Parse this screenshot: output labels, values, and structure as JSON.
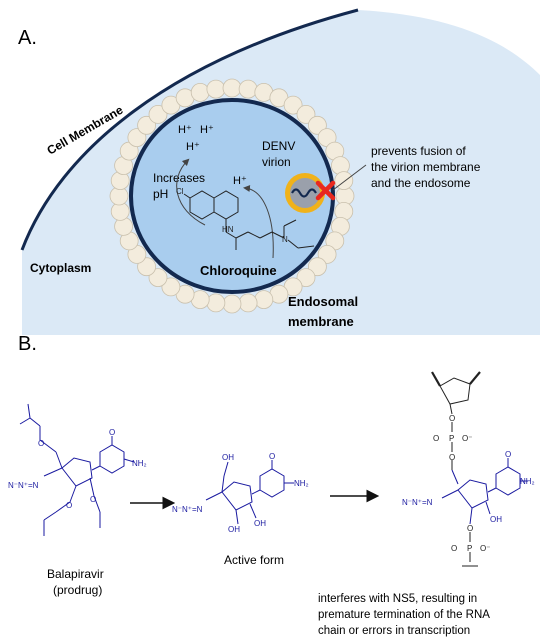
{
  "panel_a": {
    "letter": "A.",
    "cell_membrane": "Cell Membrane",
    "cytoplasm": "Cytoplasm",
    "endosomal_line1": "Endosomal",
    "endosomal_line2": "membrane",
    "h_plus": "H⁺",
    "increases_line1": "Increases",
    "increases_line2": "pH",
    "denv_line1": "DENV",
    "denv_line2": "virion",
    "chloroquine": "Chloroquine",
    "cl": "Cl",
    "hn": "HN",
    "n": "N",
    "prevents_line1": "prevents fusion of",
    "prevents_line2": "the virion membrane",
    "prevents_line3": "and the endosome"
  },
  "panel_b": {
    "letter": "B.",
    "prodrug_line1": "Balapiravir",
    "prodrug_line2": "(prodrug)",
    "active_form": "Active form",
    "note_line1": "interferes with NS5, resulting in",
    "note_line2": "premature termination of the RNA",
    "note_line3": "chain or errors in transcription",
    "chem": {
      "nh2": "NH₂",
      "o": "O",
      "n": "N",
      "oh": "OH",
      "azide": "N⁻N⁺=N",
      "p": "P",
      "ominus": "O⁻"
    }
  },
  "colors": {
    "cytoplasm": "#dbe9f6",
    "endosome": "#a9cdee",
    "membrane_dark": "#13294f",
    "lipid": "#f3ecdd",
    "virion_ring": "#f0b21a",
    "x_mark": "#e8281e",
    "chem_blue": "#1a1aa0"
  }
}
